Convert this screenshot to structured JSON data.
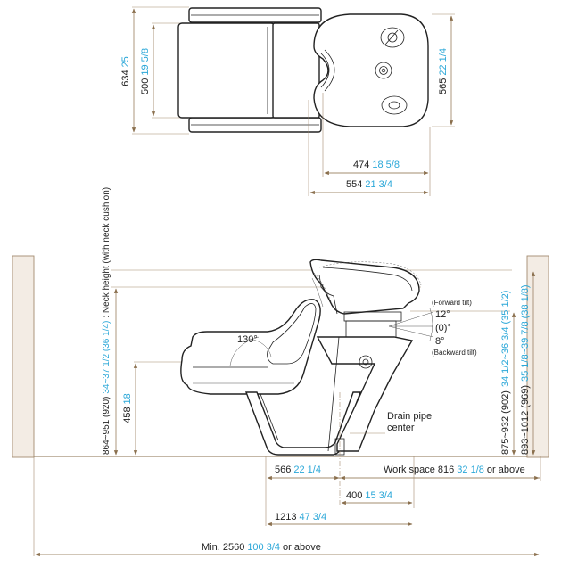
{
  "top_view": {
    "depth_total": {
      "mm": "634",
      "inch": "25"
    },
    "depth_seat": {
      "mm": "500",
      "inch": "19 5/8"
    },
    "bowl_depth": {
      "mm": "565",
      "inch": "22 1/4"
    },
    "bowl_width_inner": {
      "mm": "474",
      "inch": "18 5/8"
    },
    "bowl_width_outer": {
      "mm": "554",
      "inch": "21 3/4"
    }
  },
  "side_view": {
    "neck_height": {
      "mm": "864~951 (920)",
      "inch": "34~37 1/2 (36 1/4)",
      "suffix": ": Neck height (with neck cushion)"
    },
    "seat_height": {
      "mm": "458",
      "inch": "18"
    },
    "recline_angle": "130°",
    "tilt_forward_label": "(Forward tilt)",
    "tilt_forward_value": "12°",
    "tilt_neutral_value": "(0)°",
    "tilt_backward_value": "8°",
    "tilt_backward_label": "(Backward tilt)",
    "bowl_height_1": {
      "mm": "875~932 (902)",
      "inch": "34 1/2~36 3/4 (35 1/2)"
    },
    "bowl_height_2": {
      "mm": "893~1012 (969)",
      "inch": "35 1/8~39 7/8 (38 1/8)"
    },
    "drain_label_1": "Drain pipe",
    "drain_label_2": "center",
    "drain_offset": {
      "mm": "566",
      "inch": "22 1/4"
    },
    "work_space": {
      "prefix": "Work space 816",
      "inch": "32 1/8",
      "suffix": "or above"
    },
    "drain_to_back": {
      "mm": "400",
      "inch": "15 3/4"
    },
    "length_total": {
      "mm": "1213",
      "inch": "47 3/4"
    },
    "room_min": {
      "prefix": "Min. 2560",
      "inch": "100 3/4",
      "suffix": "or above"
    }
  }
}
